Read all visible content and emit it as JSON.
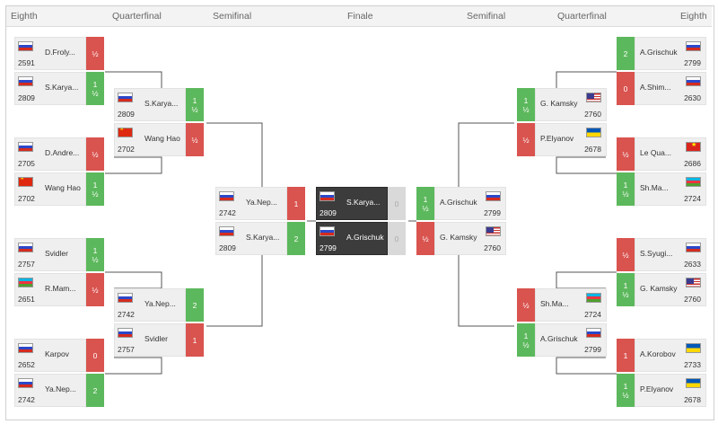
{
  "headers": {
    "left": [
      "Eighth",
      "Quarterfinal",
      "Semifinal"
    ],
    "center": "Finale",
    "right": [
      "Semifinal",
      "Quarterfinal",
      "Eighth"
    ]
  },
  "colors": {
    "win": "#5cb85c",
    "lose": "#d9534f",
    "pending": "#d9d9d9",
    "finale_box": "#3c3c3c",
    "line": "#555555"
  },
  "left": {
    "eighth": [
      {
        "name": "D.Froly...",
        "rating": "2591",
        "flag": "russia-flag-icon",
        "score": [
          "½"
        ],
        "result": "lose"
      },
      {
        "name": "S.Karya...",
        "rating": "2809",
        "flag": "russia-flag-icon",
        "score": [
          "1",
          "½"
        ],
        "result": "win"
      },
      {
        "name": "D.Andre...",
        "rating": "2705",
        "flag": "russia-flag-icon",
        "score": [
          "½"
        ],
        "result": "lose"
      },
      {
        "name": "Wang Hao",
        "rating": "2702",
        "flag": "china-flag-icon",
        "score": [
          "1",
          "½"
        ],
        "result": "win"
      },
      {
        "name": "Svidler",
        "rating": "2757",
        "flag": "russia-flag-icon",
        "score": [
          "1",
          "½"
        ],
        "result": "win"
      },
      {
        "name": "R.Mam...",
        "rating": "2651",
        "flag": "azerbaijan-flag-icon",
        "score": [
          "½"
        ],
        "result": "lose"
      },
      {
        "name": "Karpov",
        "rating": "2652",
        "flag": "russia-flag-icon",
        "score": [
          "0"
        ],
        "result": "lose"
      },
      {
        "name": "Ya.Nep...",
        "rating": "2742",
        "flag": "russia-flag-icon",
        "score": [
          "2"
        ],
        "result": "win"
      }
    ],
    "quarter": [
      {
        "name": "S.Karya...",
        "rating": "2809",
        "flag": "russia-flag-icon",
        "score": [
          "1",
          "½"
        ],
        "result": "win"
      },
      {
        "name": "Wang Hao",
        "rating": "2702",
        "flag": "china-flag-icon",
        "score": [
          "½"
        ],
        "result": "lose"
      },
      {
        "name": "Ya.Nep...",
        "rating": "2742",
        "flag": "russia-flag-icon",
        "score": [
          "2"
        ],
        "result": "win"
      },
      {
        "name": "Svidler",
        "rating": "2757",
        "flag": "russia-flag-icon",
        "score": [
          "1"
        ],
        "result": "lose"
      }
    ],
    "semi": [
      {
        "name": "Ya.Nep...",
        "rating": "2742",
        "flag": "russia-flag-icon",
        "score": [
          "1"
        ],
        "result": "lose"
      },
      {
        "name": "S.Karya...",
        "rating": "2809",
        "flag": "russia-flag-icon",
        "score": [
          "2"
        ],
        "result": "win"
      }
    ]
  },
  "finale": [
    {
      "name": "S.Karya...",
      "rating": "2809",
      "flag": "russia-flag-icon",
      "score": [
        "0"
      ],
      "result": "pending"
    },
    {
      "name": "A.Grischuk",
      "rating": "2799",
      "flag": "russia-flag-icon",
      "score": [
        "0"
      ],
      "result": "pending"
    }
  ],
  "right": {
    "semi": [
      {
        "name": "A.Grischuk",
        "rating": "2799",
        "flag": "russia-flag-icon",
        "score": [
          "1",
          "½"
        ],
        "result": "win"
      },
      {
        "name": "G. Kamsky",
        "rating": "2760",
        "flag": "usa-flag-icon",
        "score": [
          "½"
        ],
        "result": "lose"
      }
    ],
    "quarter": [
      {
        "name": "G. Kamsky",
        "rating": "2760",
        "flag": "usa-flag-icon",
        "score": [
          "1",
          "½"
        ],
        "result": "win"
      },
      {
        "name": "P.Elyanov",
        "rating": "2678",
        "flag": "ukraine-flag-icon",
        "score": [
          "½"
        ],
        "result": "lose"
      },
      {
        "name": "Sh.Ma...",
        "rating": "2724",
        "flag": "azerbaijan-flag-icon",
        "score": [
          "½"
        ],
        "result": "lose"
      },
      {
        "name": "A.Grischuk",
        "rating": "2799",
        "flag": "russia-flag-icon",
        "score": [
          "1",
          "½"
        ],
        "result": "win"
      }
    ],
    "eighth": [
      {
        "name": "A.Grischuk",
        "rating": "2799",
        "flag": "russia-flag-icon",
        "score": [
          "2"
        ],
        "result": "win"
      },
      {
        "name": "A.Shim...",
        "rating": "2630",
        "flag": "russia-flag-icon",
        "score": [
          "0"
        ],
        "result": "lose"
      },
      {
        "name": "Le Qua...",
        "rating": "2686",
        "flag": "vietnam-flag-icon",
        "score": [
          "½"
        ],
        "result": "lose"
      },
      {
        "name": "Sh.Ma...",
        "rating": "2724",
        "flag": "azerbaijan-flag-icon",
        "score": [
          "1",
          "½"
        ],
        "result": "win"
      },
      {
        "name": "S.Syugi...",
        "rating": "2633",
        "flag": "russia-flag-icon",
        "score": [
          "½"
        ],
        "result": "lose"
      },
      {
        "name": "G. Kamsky",
        "rating": "2760",
        "flag": "usa-flag-icon",
        "score": [
          "1",
          "½"
        ],
        "result": "win"
      },
      {
        "name": "A.Korobov",
        "rating": "2733",
        "flag": "ukraine-flag-icon",
        "score": [
          "1"
        ],
        "result": "lose"
      },
      {
        "name": "P.Elyanov",
        "rating": "2678",
        "flag": "ukraine-flag-icon",
        "score": [
          "1",
          "½"
        ],
        "result": "win"
      }
    ]
  }
}
